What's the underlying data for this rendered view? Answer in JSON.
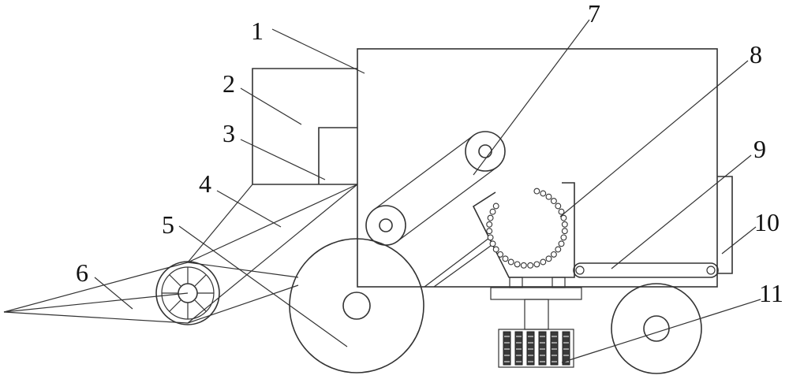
{
  "labels": {
    "l1": "1",
    "l2": "2",
    "l3": "3",
    "l4": "4",
    "l5": "5",
    "l6": "6",
    "l7": "7",
    "l8": "8",
    "l9": "9",
    "l10": "10",
    "l11": "11"
  },
  "colors": {
    "line": "#333333",
    "text": "#111111",
    "background": "#ffffff"
  }
}
